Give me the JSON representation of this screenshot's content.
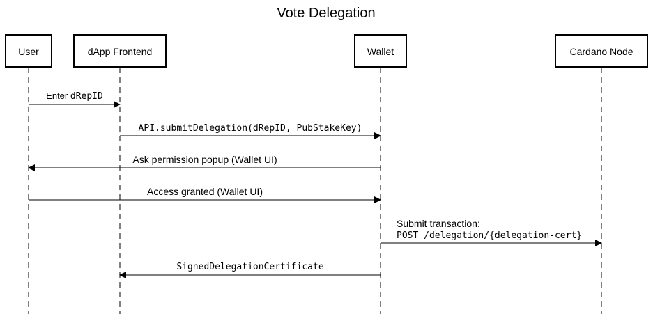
{
  "title": "Vote Delegation",
  "participants": [
    {
      "id": "user",
      "label": "User"
    },
    {
      "id": "frontend",
      "label": "dApp Frontend"
    },
    {
      "id": "wallet",
      "label": "Wallet"
    },
    {
      "id": "node",
      "label": "Cardano Node"
    }
  ],
  "messages": [
    {
      "from": "user",
      "to": "frontend",
      "parts": [
        {
          "text": "Enter ",
          "font": "sans"
        },
        {
          "text": "dRepID",
          "font": "mono"
        }
      ]
    },
    {
      "from": "frontend",
      "to": "wallet",
      "parts": [
        {
          "text": "API.submitDelegation(dRepID, PubStakeKey)",
          "font": "mono"
        }
      ]
    },
    {
      "from": "wallet",
      "to": "user",
      "parts": [
        {
          "text": "Ask permission popup (Wallet UI)",
          "font": "sans"
        }
      ]
    },
    {
      "from": "user",
      "to": "wallet",
      "parts": [
        {
          "text": "Access granted (Wallet UI)",
          "font": "sans"
        }
      ]
    },
    {
      "from": "wallet",
      "to": "node",
      "lines": [
        {
          "text": "Submit transaction:",
          "font": "sans"
        },
        {
          "text": "POST /delegation/{delegation-cert}",
          "font": "mono"
        }
      ]
    },
    {
      "from": "wallet",
      "to": "frontend",
      "parts": [
        {
          "text": "SignedDelegationCertificate",
          "font": "mono"
        }
      ]
    }
  ],
  "colors": {
    "line": "#000000",
    "background": "#ffffff",
    "text": "#000000"
  }
}
